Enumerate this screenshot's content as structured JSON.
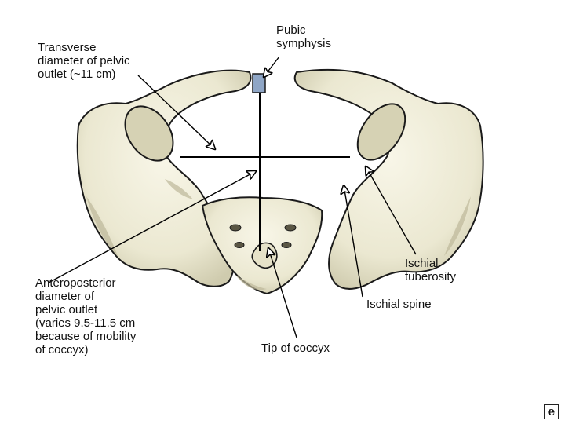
{
  "labels": {
    "pubic_symphysis": [
      "Pubic",
      "symphysis"
    ],
    "transverse": [
      "Transverse",
      "diameter of pelvic",
      "outlet (~11 cm)"
    ],
    "anteroposterior": [
      "Anteroposterior",
      "diameter of",
      "pelvic outlet",
      "(varies 9.5-11.5 cm",
      "because of mobility",
      "of coccyx)"
    ],
    "ischial_tuberosity": [
      "Ischial",
      "tuberosity"
    ],
    "ischial_spine": [
      "Ischial spine"
    ],
    "tip_of_coccyx": [
      "Tip of coccyx"
    ]
  },
  "watermark": "e",
  "colors": {
    "bone_fill": "#eeebd6",
    "bone_shade": "#c9c5a8",
    "bone_outline": "#1a1a1a",
    "symphysis": "#8fa6c6",
    "line": "#000000"
  }
}
